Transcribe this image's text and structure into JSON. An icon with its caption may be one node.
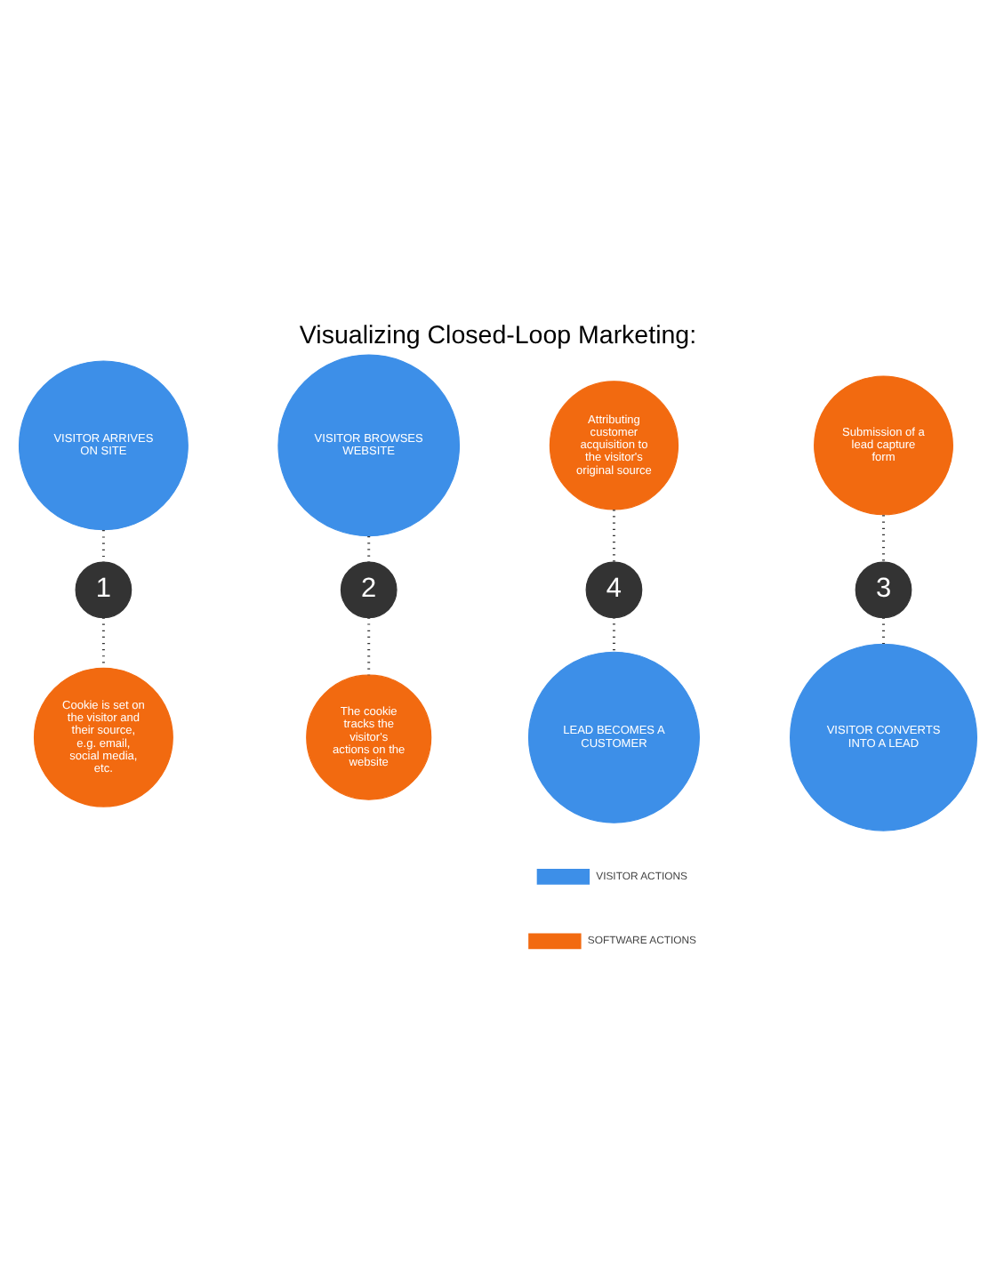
{
  "diagram": {
    "title": "Visualizing Closed-Loop Marketing:",
    "nodes": [
      {
        "text": [
          "VISITOR ARRIVES ON SITE"
        ]
      },
      {
        "text": [
          "VISITOR BROWSES WEBSITE"
        ]
      },
      {
        "text": [
          "1"
        ]
      },
      {
        "text": [
          "2"
        ]
      },
      {
        "text": [
          "Cookie is set on the visitor and their source, e.g. email, social media, etc."
        ]
      },
      {
        "text": [
          "The cookie tracks the visitor's actions on the website"
        ]
      },
      {
        "text": [
          "Attributing customer acquisition to the visitor's original source"
        ]
      },
      {
        "text": [
          "Submission of a lead capture form"
        ]
      },
      {
        "text": [
          "4"
        ]
      },
      {
        "text": [
          "3"
        ]
      },
      {
        "text": [
          "LEAD BECOMES A CUSTOMER"
        ]
      },
      {
        "text": [
          "VISITOR CONVERTS INTO A LEAD"
        ]
      }
    ],
    "edges": [
      {
        "from": 0,
        "to": 2,
        "arrow": "none",
        "style": "dashed"
      },
      {
        "from": 2,
        "to": 4,
        "arrow": "none",
        "style": "dashed"
      },
      {
        "from": 1,
        "to": 3,
        "arrow": "none",
        "style": "dashed"
      },
      {
        "from": 3,
        "to": 5,
        "arrow": "none",
        "style": "dashed"
      },
      {
        "from": 6,
        "to": 8,
        "arrow": "none",
        "style": "dashed"
      },
      {
        "from": 8,
        "to": 10,
        "arrow": "none",
        "style": "dashed"
      },
      {
        "from": 7,
        "to": 9,
        "arrow": "none",
        "style": "dashed"
      },
      {
        "from": 9,
        "to": 11,
        "arrow": "none",
        "style": "dashed"
      }
    ],
    "legend": [
      {
        "text": "VISITOR ACTIONS",
        "color": "#3d8fe8"
      },
      {
        "text": "SOFTWARE ACTIONS",
        "color": "#f26a10"
      }
    ]
  }
}
